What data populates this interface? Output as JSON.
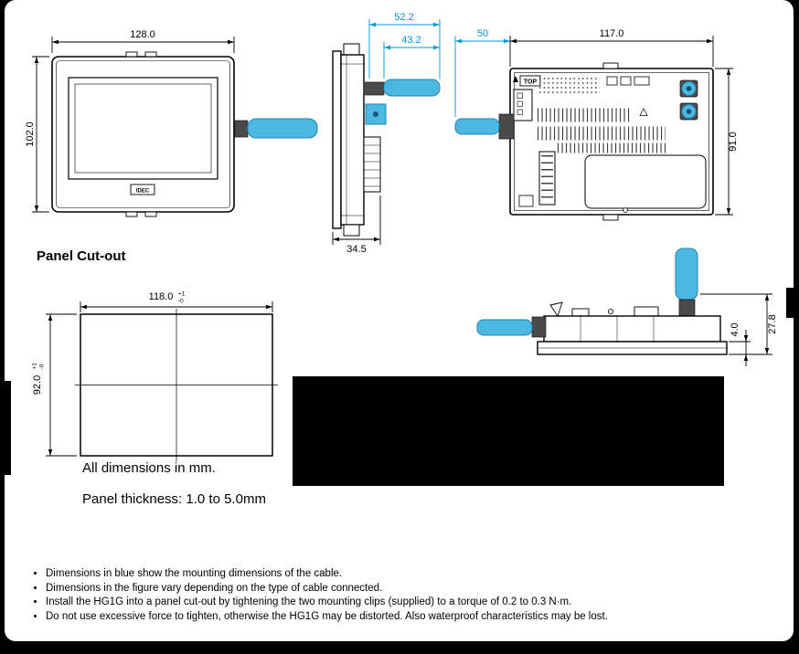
{
  "colors": {
    "dimension_blue": "#0095d8",
    "cable_cyan": "#4cb8e2",
    "line_black": "#000000"
  },
  "front_view": {
    "width": "128.0",
    "height": "102.0",
    "logo": "IDEC"
  },
  "side_view": {
    "total_with_cable": "52.2",
    "cable_clearance": "43.2",
    "depth": "34.5"
  },
  "rear_view": {
    "cable_projection": "50",
    "width": "117.0",
    "height": "91.0",
    "top_label": "TOP"
  },
  "top_view": {
    "bezel_thickness": "4.0",
    "depth": "27.8"
  },
  "panel_cutout": {
    "title": "Panel Cut-out",
    "width": {
      "value": "118.0",
      "tol_upper": "+1",
      "tol_lower": "-0"
    },
    "height": {
      "value": "92.0",
      "tol_upper": "+1",
      "tol_lower": "-0"
    }
  },
  "notes": {
    "units": "All dimensions in mm.",
    "thickness": "Panel thickness: 1.0 to 5.0mm"
  },
  "footnotes": [
    "Dimensions in blue show the mounting dimensions of the cable.",
    "Dimensions in the figure vary depending on the type of cable connected.",
    "Install the HG1G into a panel cut-out by tightening the two mounting clips (supplied) to a torque of 0.2 to 0.3 N·m.",
    "Do not use excessive force to tighten, otherwise the HG1G may be distorted. Also waterproof characteristics may be lost."
  ]
}
